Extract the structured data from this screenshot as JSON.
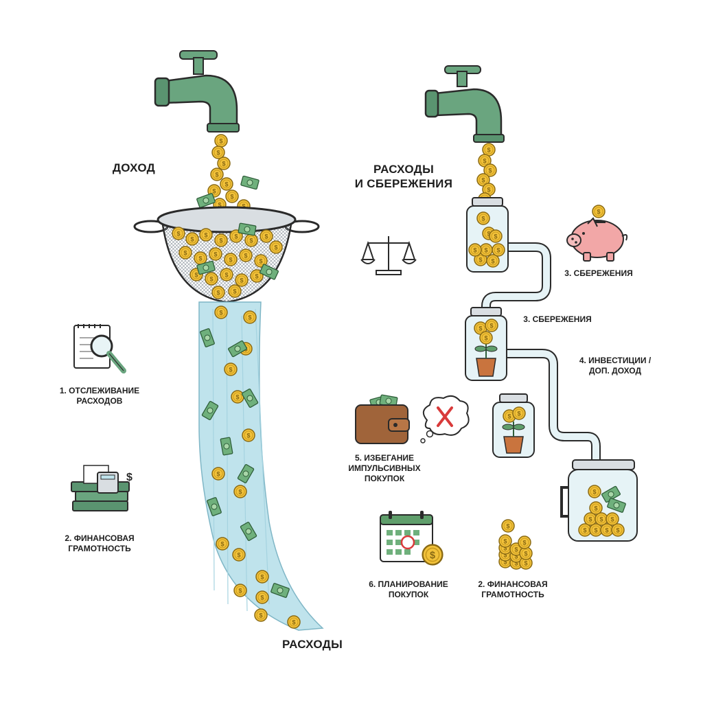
{
  "colors": {
    "faucet": "#6aa57f",
    "coin": "#f2c23a",
    "cash": "#5f9e6b",
    "water": "#bfe3ec",
    "jar": "#e6f3f6",
    "piggy": "#f2a7a7",
    "wallet": "#a0643a",
    "error": "#d93a3a",
    "ink": "#2a2a2a"
  },
  "left": {
    "income_title": "ДОХОД",
    "expenses_title": "РАСХОДЫ",
    "tip_tracking": "1. ОТСЛЕЖИВАНИЕ\nРАСХОДОВ",
    "tip_literacy": "2. ФИНАНСОВАЯ\nГРАМОТНОСТЬ"
  },
  "right": {
    "title": "РАСХОДЫ\nИ СБЕРЕЖЕНИЯ",
    "savings_piggy": "3. СБЕРЕЖЕНИЯ",
    "savings_jar": "3. СБЕРЕЖЕНИЯ",
    "investments": "4. ИНВЕСТИЦИИ /\nДОП. ДОХОД",
    "avoid_impulse": "5. ИЗБЕГАНИЕ\nИМПУЛЬСИВНЫХ\nПОКУПОК",
    "planning": "6. ПЛАНИРОВАНИЕ\nПОКУПОК",
    "literacy": "2. ФИНАНСОВАЯ\nГРАМОТНОСТЬ"
  },
  "icons": [
    "faucet-icon",
    "strainer-icon",
    "coin-icon",
    "banknote-icon",
    "magnifier-icon",
    "books-calculator-icon",
    "scales-icon",
    "jar-icon",
    "piggy-bank-icon",
    "plant-icon",
    "wallet-icon",
    "cross-icon",
    "calendar-icon",
    "coin-stack-icon"
  ]
}
